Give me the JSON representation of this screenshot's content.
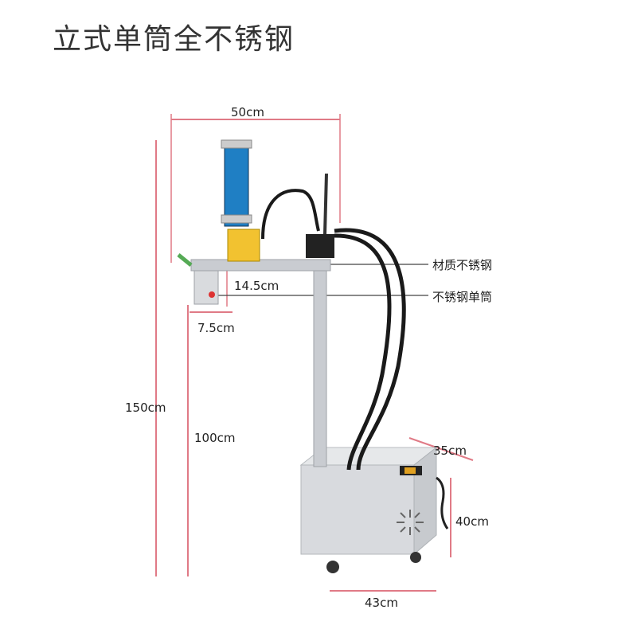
{
  "title": "立式单筒全不锈钢",
  "dimensions": {
    "top_width": "50cm",
    "total_height": "150cm",
    "inner_height": "100cm",
    "arm_depth": "14.5cm",
    "barrel_width": "7.5cm",
    "base_depth": "35cm",
    "base_height": "40cm",
    "base_width": "43cm"
  },
  "callouts": {
    "material": "材质不锈钢",
    "barrel": "不锈钢单筒"
  },
  "colors": {
    "dimension_line": "#e07a86",
    "steel": "#c9ccd1",
    "cylinder": "#1f7fc4",
    "hose": "#1a1a1a",
    "valve_yellow": "#f2c230"
  }
}
